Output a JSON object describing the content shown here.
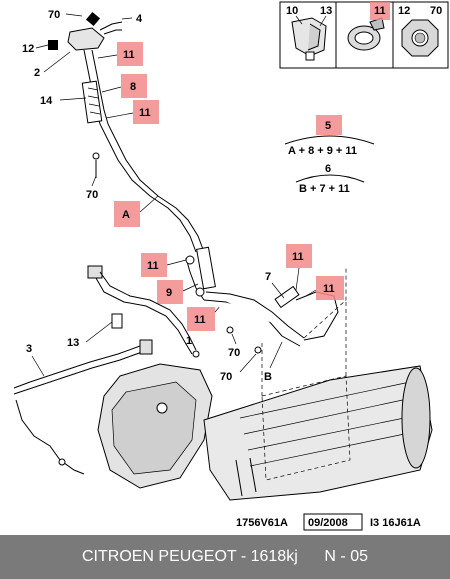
{
  "inset": {
    "panels": [
      {
        "refs": [
          "10",
          "13"
        ]
      },
      {
        "refs": [
          "11"
        ]
      },
      {
        "refs": [
          "12",
          "70"
        ]
      }
    ]
  },
  "formulas": [
    {
      "ref": "5",
      "expr": "A + 8 + 9 + 11"
    },
    {
      "ref": "6",
      "expr": "B + 7 + 11"
    }
  ],
  "labels": {
    "l70a": "70",
    "l4": "4",
    "l12": "12",
    "l2": "2",
    "l14": "14",
    "l70b": "70",
    "l7": "7",
    "l13": "13",
    "l1": "1",
    "l3": "3",
    "l70c": "70",
    "l70d": "70",
    "lB": "B"
  },
  "highlighted": {
    "h11a": "11",
    "h8": "8",
    "h11b": "11",
    "hA": "A",
    "h11c": "11",
    "h9": "9",
    "h11d": "11",
    "h11e": "11",
    "h11f": "11"
  },
  "codes": {
    "drawing": "1756V61A",
    "date": "09/2008",
    "version": "I3 16J61A"
  },
  "footer": {
    "brand": "CITROEN PEUGEOT - 1618kj",
    "page": "N - 05"
  }
}
